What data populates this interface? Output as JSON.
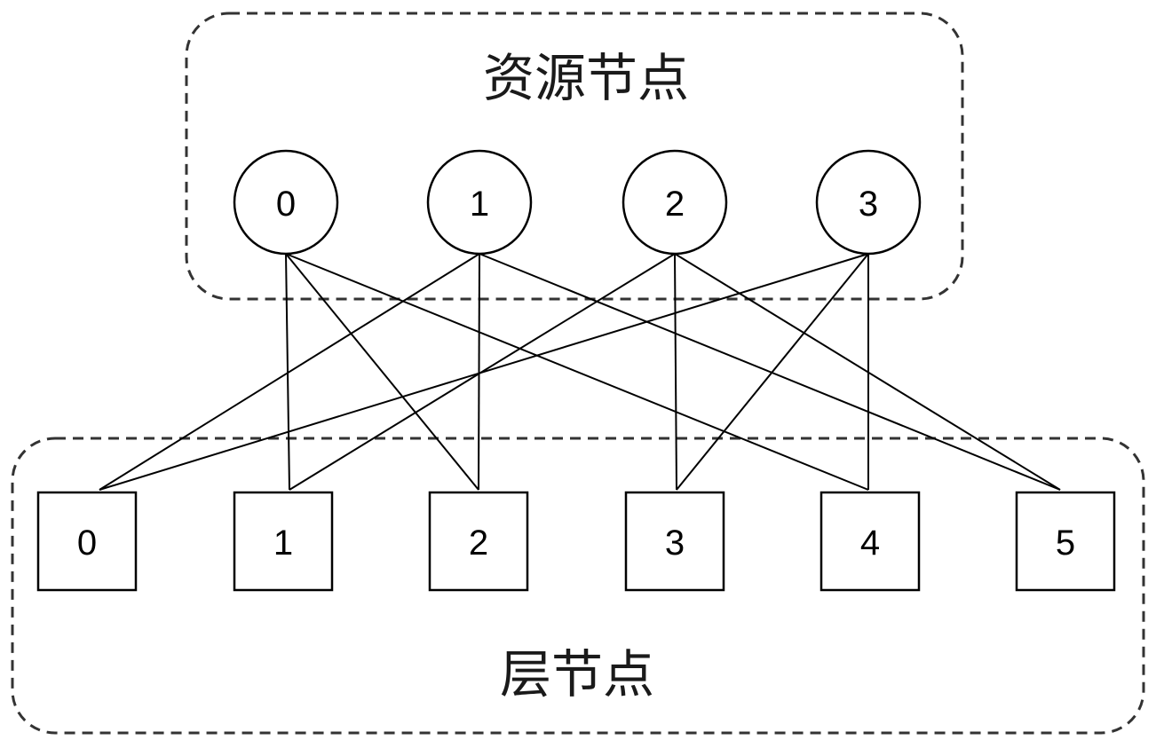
{
  "resource_group": {
    "title": "资源节点",
    "nodes": [
      {
        "id": 0,
        "label": "0"
      },
      {
        "id": 1,
        "label": "1"
      },
      {
        "id": 2,
        "label": "2"
      },
      {
        "id": 3,
        "label": "3"
      }
    ]
  },
  "layer_group": {
    "title": "层节点",
    "nodes": [
      {
        "id": 0,
        "label": "0"
      },
      {
        "id": 1,
        "label": "1"
      },
      {
        "id": 2,
        "label": "2"
      },
      {
        "id": 3,
        "label": "3"
      },
      {
        "id": 4,
        "label": "4"
      },
      {
        "id": 5,
        "label": "5"
      }
    ]
  },
  "edges": [
    {
      "resource": 0,
      "layer": 1
    },
    {
      "resource": 0,
      "layer": 2
    },
    {
      "resource": 0,
      "layer": 4
    },
    {
      "resource": 1,
      "layer": 0
    },
    {
      "resource": 1,
      "layer": 2
    },
    {
      "resource": 1,
      "layer": 5
    },
    {
      "resource": 2,
      "layer": 1
    },
    {
      "resource": 2,
      "layer": 3
    },
    {
      "resource": 2,
      "layer": 5
    },
    {
      "resource": 3,
      "layer": 0
    },
    {
      "resource": 3,
      "layer": 3
    },
    {
      "resource": 3,
      "layer": 4
    }
  ],
  "colors": {
    "stroke": "#000000",
    "dashed_border": "#333333",
    "background": "#ffffff"
  }
}
